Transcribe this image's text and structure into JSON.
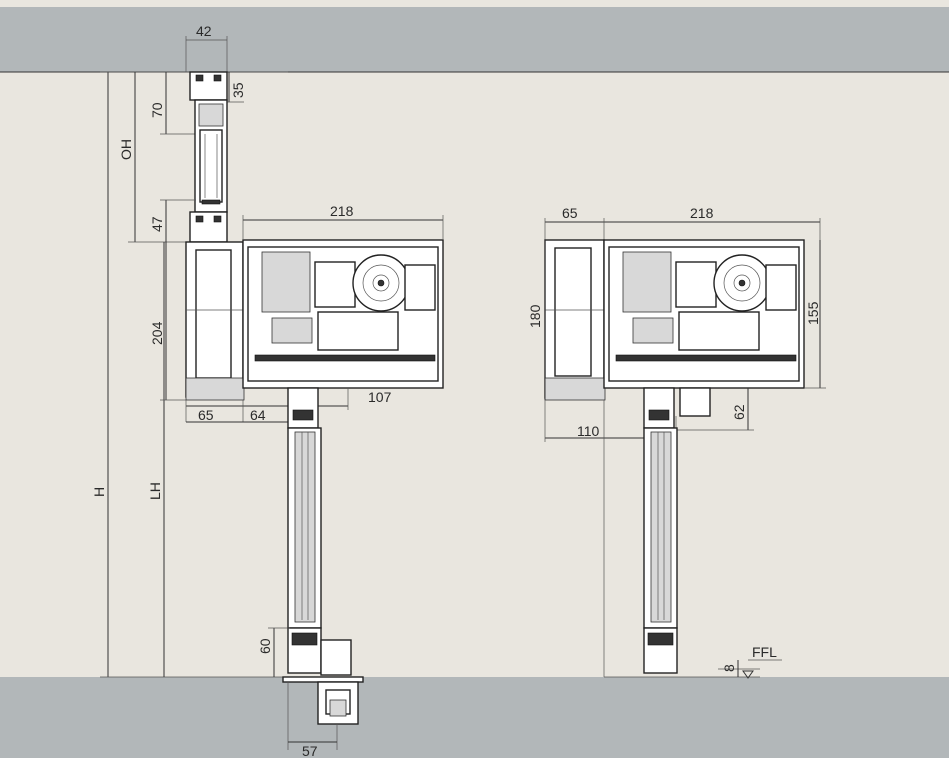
{
  "colors": {
    "band": "#b2b7b9",
    "background": "#e9e6df",
    "line": "#333333"
  },
  "dims": {
    "d42": "42",
    "d35": "35",
    "d70": "70",
    "oh": "OH",
    "d47": "47",
    "d218a": "218",
    "d204": "204",
    "d65a": "65",
    "d64": "64",
    "d107": "107",
    "h": "H",
    "lh": "LH",
    "d60": "60",
    "d57": "57",
    "d65b": "65",
    "d218b": "218",
    "d180": "180",
    "d155": "155",
    "d62": "62",
    "d110": "110",
    "d8": "8",
    "ffl": "FFL"
  }
}
